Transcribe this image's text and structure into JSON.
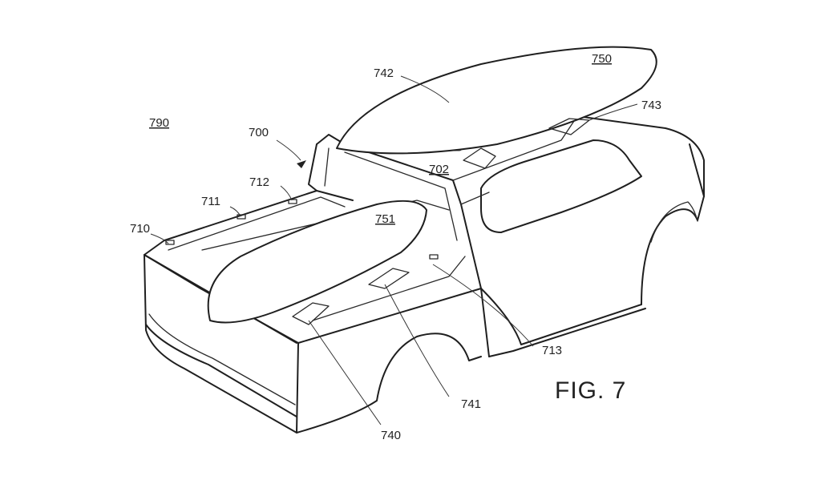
{
  "figure_label": "FIG. 7",
  "labels": {
    "l790": "790",
    "l700": "700",
    "l742": "742",
    "l750": "750",
    "l743": "743",
    "l702": "702",
    "l712": "712",
    "l711": "711",
    "l710": "710",
    "l751": "751",
    "l713": "713",
    "l741": "741",
    "l740": "740"
  }
}
